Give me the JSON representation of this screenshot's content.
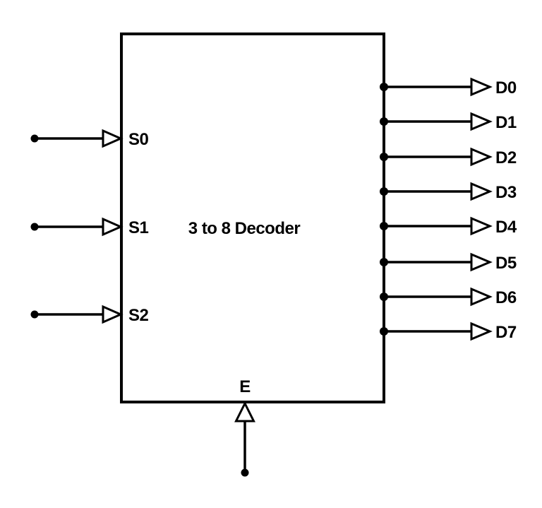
{
  "diagram": {
    "title": "3 to 8 Decoder",
    "colors": {
      "background": "#ffffff",
      "ink": "#000000"
    },
    "icons": {
      "input_arrow": "right-triangle-buffer-icon",
      "output_arrow": "right-triangle-buffer-icon",
      "enable_arrow": "up-triangle-buffer-icon",
      "terminal": "filled-dot-terminal"
    },
    "inputs": [
      {
        "label": "S0"
      },
      {
        "label": "S1"
      },
      {
        "label": "S2"
      }
    ],
    "outputs": [
      {
        "label": "D0"
      },
      {
        "label": "D1"
      },
      {
        "label": "D2"
      },
      {
        "label": "D3"
      },
      {
        "label": "D4"
      },
      {
        "label": "D5"
      },
      {
        "label": "D6"
      },
      {
        "label": "D7"
      }
    ],
    "enable": {
      "label": "E"
    }
  }
}
